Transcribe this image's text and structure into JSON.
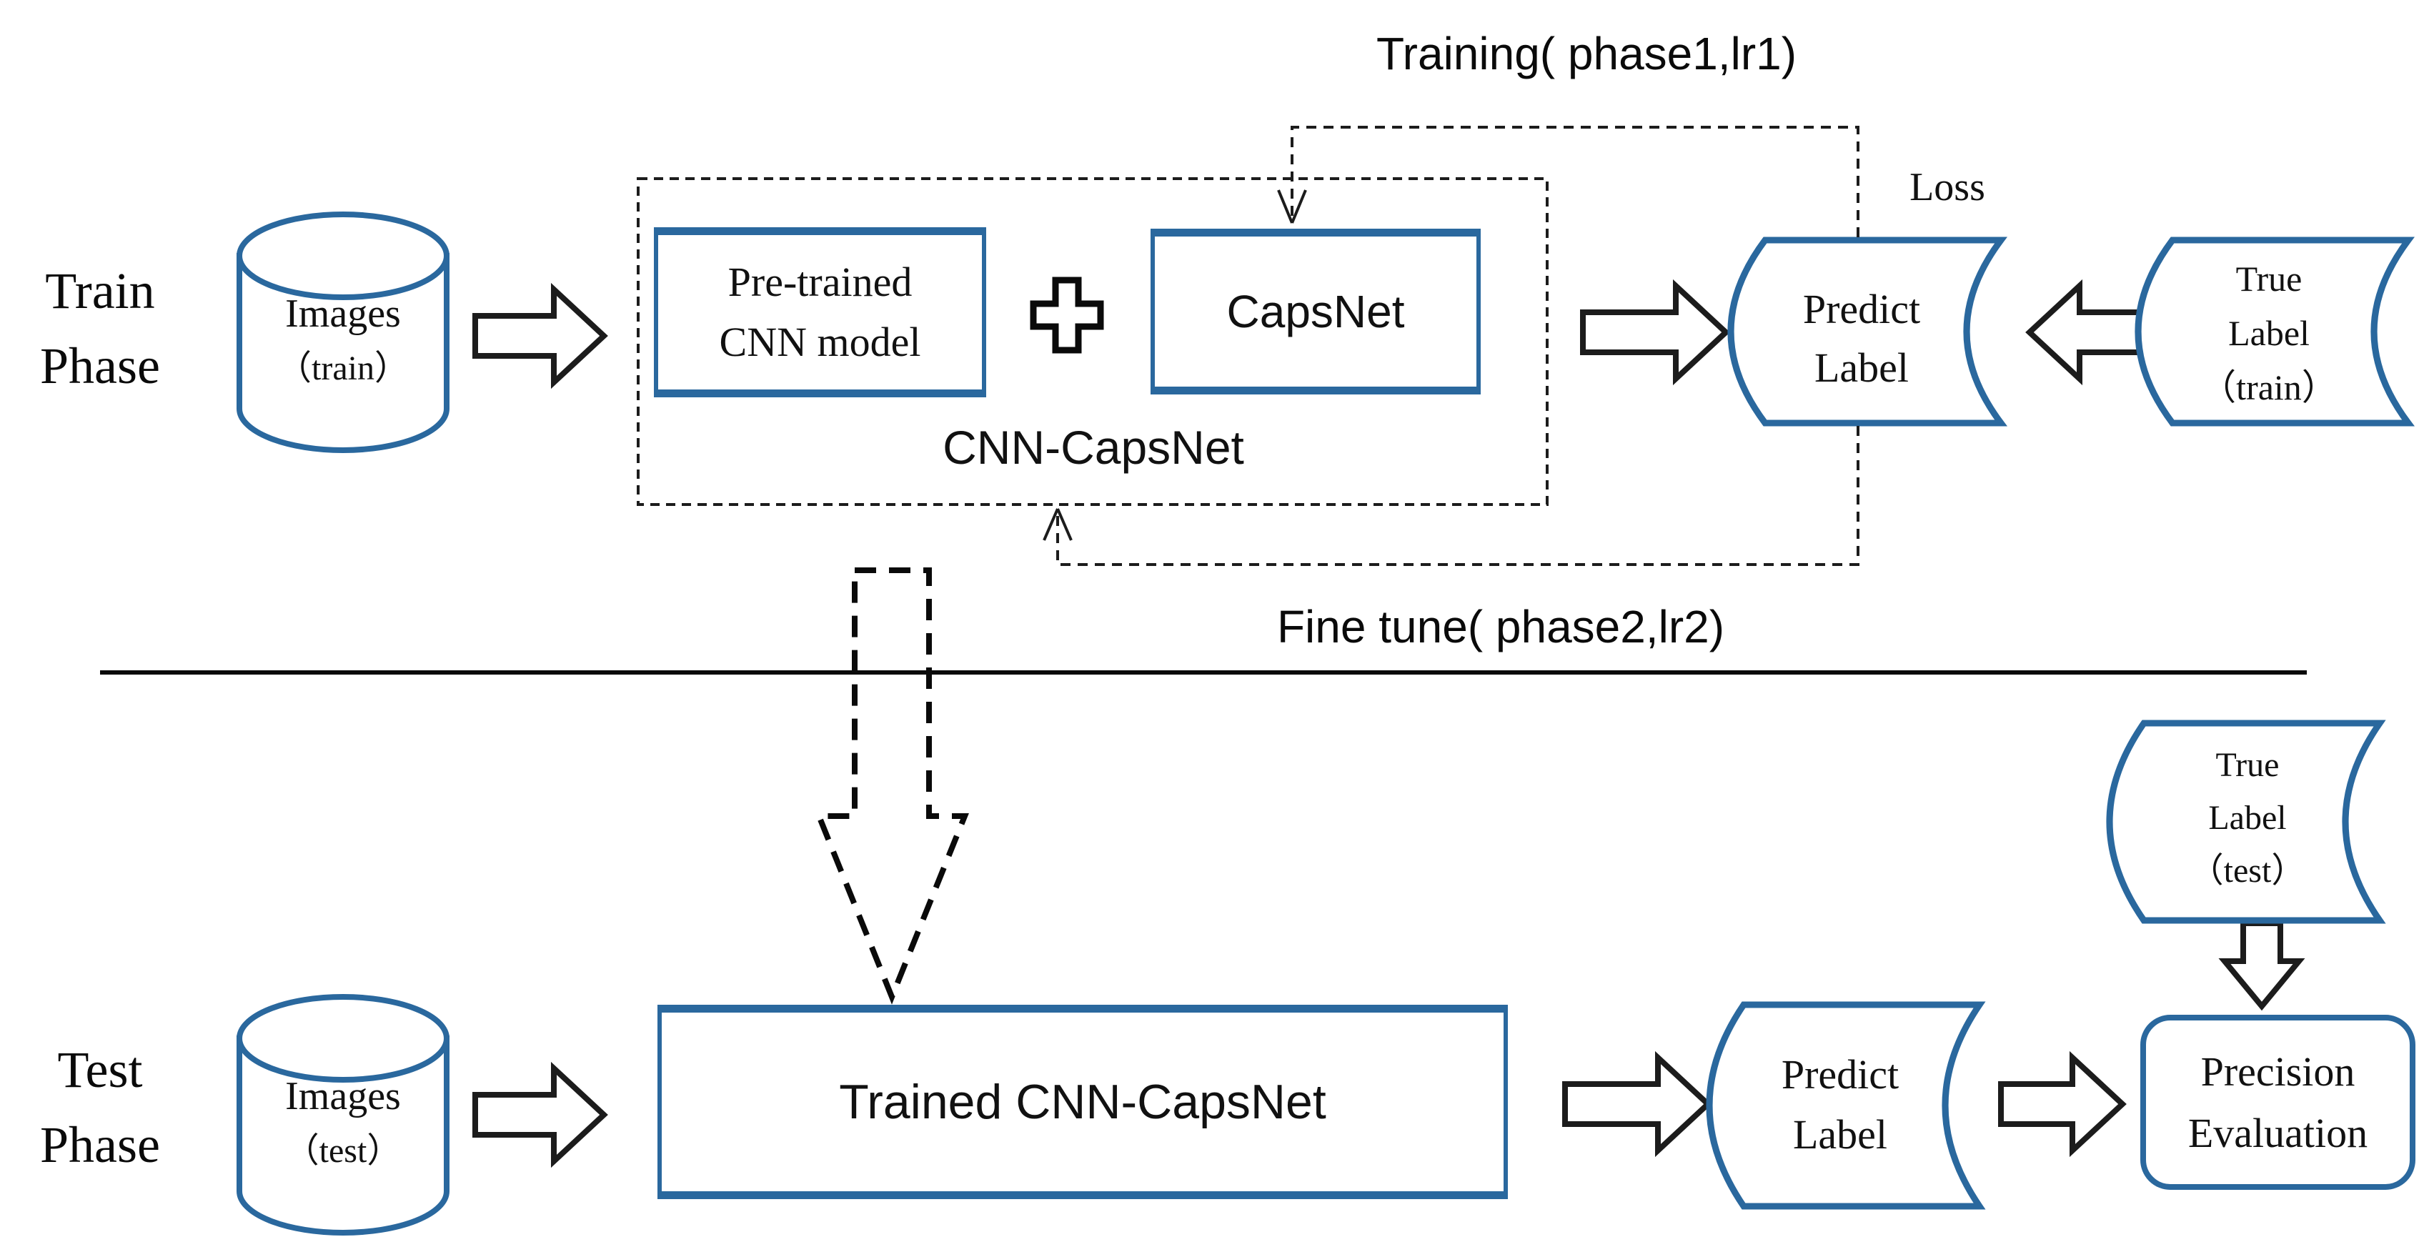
{
  "colors": {
    "shape_blue": "#2a689e",
    "line_black": "#1c1c1c"
  },
  "train_phase": {
    "phase_label": [
      "Train",
      "Phase"
    ],
    "images_db": [
      "Images",
      "（train）"
    ],
    "pretrained_box": [
      "Pre-trained",
      "CNN model"
    ],
    "plus_icon": "plus",
    "capsnet_box": "CapsNet",
    "group_label": "CNN-CapsNet",
    "training_loop_label": "Training( phase1,lr1)",
    "fine_tune_loop_label": "Fine tune( phase2,lr2)",
    "loss_label": "Loss",
    "predict_label": [
      "Predict",
      "Label"
    ],
    "true_label": [
      "True",
      "Label",
      "（train）"
    ]
  },
  "test_phase": {
    "phase_label": [
      "Test",
      "Phase"
    ],
    "images_db": [
      "Images",
      "（test）"
    ],
    "trained_box": "Trained CNN-CapsNet",
    "predict_label": [
      "Predict",
      "Label"
    ],
    "true_label": [
      "True",
      "Label",
      "（test）"
    ],
    "precision_box": [
      "Precision",
      "Evaluation"
    ]
  }
}
